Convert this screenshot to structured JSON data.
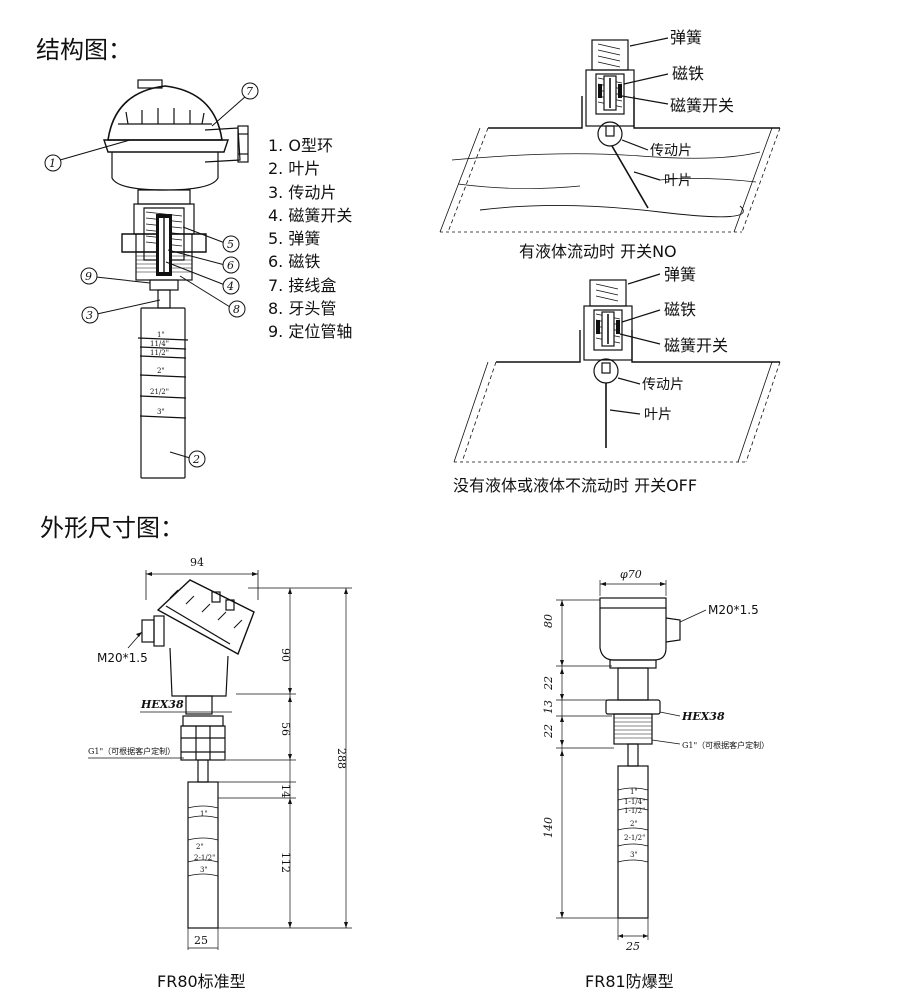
{
  "headings": {
    "structure": "结构图：",
    "dimensions": "外形尺寸图："
  },
  "legend": [
    "1. O型环",
    "2. 叶片",
    "3. 传动片",
    "4. 磁簧开关",
    "5. 弹簧",
    "6. 磁铁",
    "7. 接线盒",
    "8. 牙头管",
    "9. 定位管轴"
  ],
  "callout_numbers": [
    "1",
    "2",
    "3",
    "4",
    "5",
    "6",
    "7",
    "8",
    "9"
  ],
  "size_marks": [
    "1\"",
    "11/4\"",
    "11/2\"",
    "2\"",
    "21/2\"",
    "3\""
  ],
  "size_marks_fr81": [
    "1\"",
    "1-1/4\"",
    "1-1/2\"",
    "2\"",
    "2-1/2\"",
    "3\""
  ],
  "flow_diagram": {
    "top": {
      "labels": [
        "弹簧",
        "磁铁",
        "磁簧开关",
        "传动片",
        "叶片"
      ],
      "caption": "有液体流动时  开关NO"
    },
    "bottom": {
      "labels": [
        "弹簧",
        "磁铁",
        "磁簧开关",
        "传动片",
        "叶片"
      ],
      "caption": "没有液体或液体不流动时  开关OFF"
    }
  },
  "fr80": {
    "caption": "FR80标准型",
    "width_dim": "94",
    "thread": "M20*1.5",
    "hex": "HEX38",
    "pipe_thread": "G1\"（可根据客户定制）",
    "dims": [
      "90",
      "56",
      "14",
      "112",
      "288"
    ],
    "paddle_width": "25"
  },
  "fr81": {
    "caption": "FR81防爆型",
    "diameter": "φ70",
    "thread": "M20*1.5",
    "hex": "HEX38",
    "pipe_thread": "G1\"（可根据客户定制）",
    "dims": [
      "80",
      "22",
      "13",
      "22",
      "140"
    ],
    "paddle_width": "25"
  },
  "colors": {
    "line": "#111111",
    "background": "#ffffff"
  }
}
